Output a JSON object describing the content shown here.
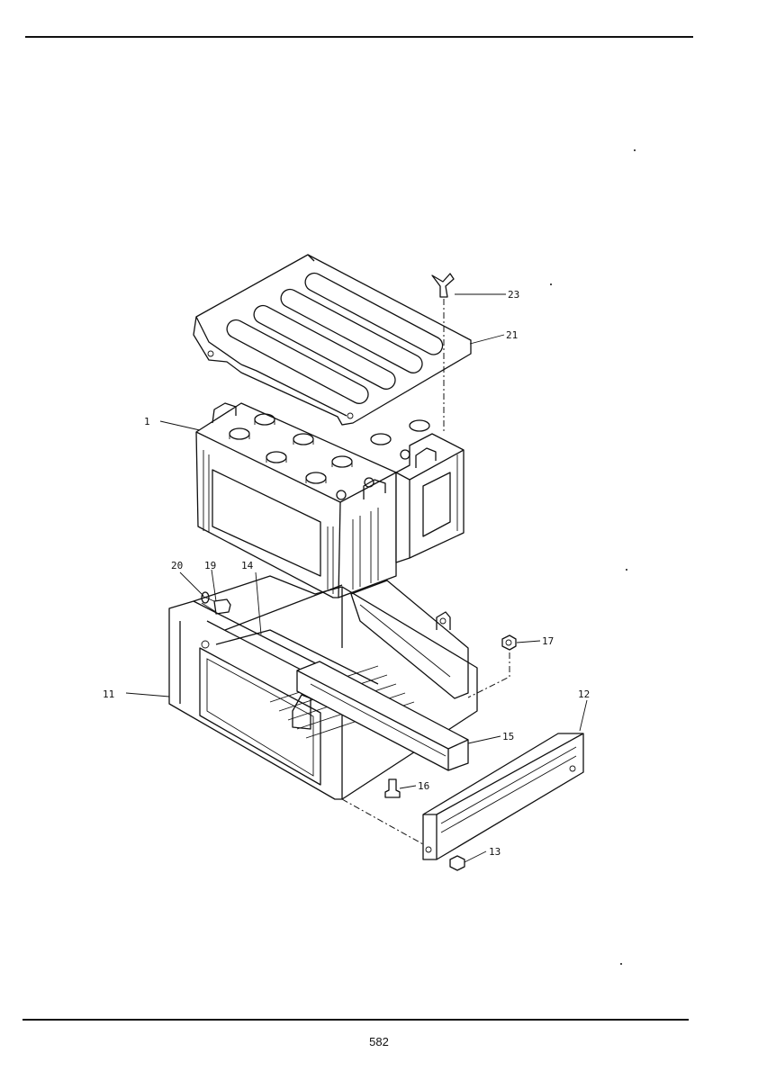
{
  "header": {
    "mark": "· · · · ·"
  },
  "diagram": {
    "callouts": [
      {
        "id": "callout-1",
        "label": "1"
      },
      {
        "id": "callout-11",
        "label": "11"
      },
      {
        "id": "callout-12",
        "label": "12"
      },
      {
        "id": "callout-13",
        "label": "13"
      },
      {
        "id": "callout-14",
        "label": "14"
      },
      {
        "id": "callout-15",
        "label": "15"
      },
      {
        "id": "callout-16",
        "label": "16"
      },
      {
        "id": "callout-17",
        "label": "17"
      },
      {
        "id": "callout-19",
        "label": "19"
      },
      {
        "id": "callout-20",
        "label": "20"
      },
      {
        "id": "callout-21",
        "label": "21"
      },
      {
        "id": "callout-23",
        "label": "23"
      }
    ]
  },
  "footer": {
    "page_number": "582"
  }
}
